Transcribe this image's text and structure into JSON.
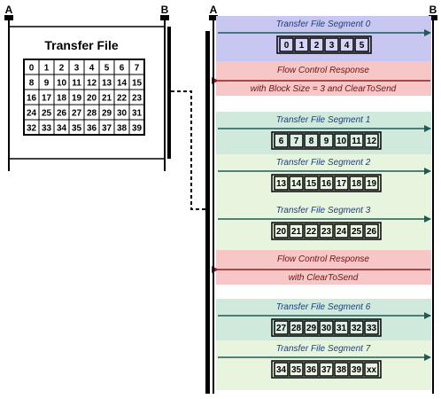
{
  "endpoints": {
    "a": "A",
    "b": "B"
  },
  "file_panel": {
    "title": "Transfer File",
    "grid": [
      [
        "0",
        "1",
        "2",
        "3",
        "4",
        "5",
        "6",
        "7"
      ],
      [
        "8",
        "9",
        "10",
        "11",
        "12",
        "13",
        "14",
        "15"
      ],
      [
        "16",
        "17",
        "18",
        "19",
        "20",
        "21",
        "22",
        "23"
      ],
      [
        "24",
        "25",
        "26",
        "27",
        "28",
        "29",
        "30",
        "31"
      ],
      [
        "32",
        "33",
        "34",
        "35",
        "36",
        "37",
        "38",
        "39"
      ]
    ]
  },
  "colors": {
    "segment_blue": "#c7c7f2",
    "segment_green": "#cfe9dc",
    "segment_light_green": "#e7f4de",
    "flow_control": "#f7c6c6",
    "arrow": "#1f5a54",
    "ink": "#000000"
  },
  "sequence": [
    {
      "kind": "segment",
      "label": "Transfer File Segment 0",
      "bytes": [
        "0",
        "1",
        "2",
        "3",
        "4",
        "5"
      ],
      "fill": "blue"
    },
    {
      "kind": "flow",
      "line1": "Flow Control Response",
      "line2": "with Block Size = 3 and ClearToSend"
    },
    {
      "kind": "segment",
      "label": "Transfer File Segment 1",
      "bytes": [
        "6",
        "7",
        "8",
        "9",
        "10",
        "11",
        "12"
      ],
      "fill": "green"
    },
    {
      "kind": "segment",
      "label": "Transfer File Segment 2",
      "bytes": [
        "13",
        "14",
        "15",
        "16",
        "17",
        "18",
        "19"
      ],
      "fill": "light_green"
    },
    {
      "kind": "segment",
      "label": "Transfer File Segment 3",
      "bytes": [
        "20",
        "21",
        "22",
        "23",
        "24",
        "25",
        "26"
      ],
      "fill": "light_green"
    },
    {
      "kind": "flow",
      "line1": "Flow Control Response",
      "line2": "with ClearToSend"
    },
    {
      "kind": "segment",
      "label": "Transfer File Segment 6",
      "bytes": [
        "27",
        "28",
        "29",
        "30",
        "31",
        "32",
        "33"
      ],
      "fill": "green"
    },
    {
      "kind": "segment",
      "label": "Transfer File Segment 7",
      "bytes": [
        "34",
        "35",
        "36",
        "37",
        "38",
        "39",
        "xx"
      ],
      "fill": "light_green"
    }
  ]
}
